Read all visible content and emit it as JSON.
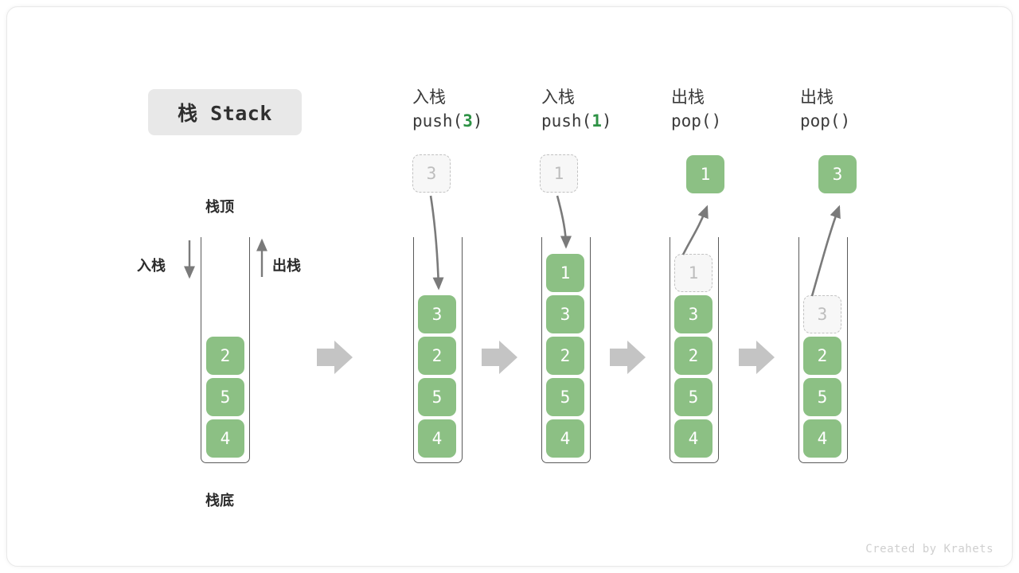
{
  "diagram": {
    "title": "栈 Stack",
    "credit": "Created by Krahets",
    "colors": {
      "element_fill": "#8cc084",
      "element_text": "#ffffff",
      "ghost_fill": "#f7f7f7",
      "ghost_border": "#c2c2c2",
      "ghost_text": "#bdbdbd",
      "arrow_gray": "#7a7a7a",
      "flow_arrow": "#c4c4c4",
      "container_line": "#5a5a5a",
      "title_pill_bg": "#e8e8e8",
      "code_arg_green": "#2e9245"
    },
    "legend": {
      "top_label": "栈顶",
      "bottom_label": "栈底",
      "push_label": "入栈",
      "pop_label": "出栈"
    },
    "initial_stack": {
      "caption": "",
      "elements": [
        "2",
        "5",
        "4"
      ]
    },
    "steps": [
      {
        "id": "push-3",
        "cn_label": "入栈",
        "code_prefix": "push(",
        "code_arg": "3",
        "code_suffix": ")",
        "operation": "push",
        "floating_element": {
          "value": "3",
          "style": "ghost"
        },
        "stack_elements": [
          "3",
          "2",
          "5",
          "4"
        ],
        "ghost_index": -1
      },
      {
        "id": "push-1",
        "cn_label": "入栈",
        "code_prefix": "push(",
        "code_arg": "1",
        "code_suffix": ")",
        "operation": "push",
        "floating_element": {
          "value": "1",
          "style": "ghost"
        },
        "stack_elements": [
          "1",
          "3",
          "2",
          "5",
          "4"
        ],
        "ghost_index": -1
      },
      {
        "id": "pop-1",
        "cn_label": "出栈",
        "code_prefix": "pop(",
        "code_arg": "",
        "code_suffix": ")",
        "operation": "pop",
        "floating_element": {
          "value": "1",
          "style": "solid"
        },
        "stack_elements": [
          "1",
          "3",
          "2",
          "5",
          "4"
        ],
        "ghost_index": 0
      },
      {
        "id": "pop-2",
        "cn_label": "出栈",
        "code_prefix": "pop(",
        "code_arg": "",
        "code_suffix": ")",
        "operation": "pop",
        "floating_element": {
          "value": "3",
          "style": "solid"
        },
        "stack_elements": [
          "3",
          "2",
          "5",
          "4"
        ],
        "ghost_index": 0
      }
    ],
    "flow_arrows": 4
  }
}
